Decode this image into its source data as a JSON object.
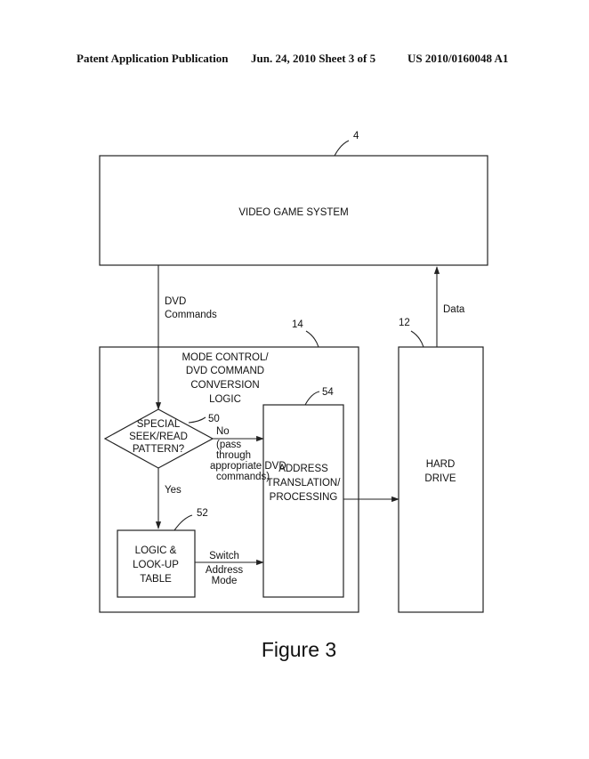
{
  "header": {
    "left": "Patent Application Publication",
    "middle": "Jun. 24, 2010  Sheet 3 of 5",
    "right": "US 2010/0160048 A1"
  },
  "video_game_system": {
    "label": "VIDEO GAME SYSTEM",
    "ref": "4"
  },
  "dvd_commands": {
    "line1": "DVD",
    "line2": "Commands"
  },
  "data_label": "Data",
  "mode_control": {
    "ref": "14",
    "lines": [
      "MODE CONTROL/",
      "DVD COMMAND",
      "CONVERSION",
      "LOGIC"
    ]
  },
  "decision": {
    "ref": "50",
    "lines": [
      "SPECIAL",
      "SEEK/READ",
      "PATTERN?"
    ]
  },
  "no_branch": {
    "lines": [
      "No",
      "(pass",
      "through",
      "appropriate DVD",
      "commands)"
    ]
  },
  "yes_label": "Yes",
  "lookup_table": {
    "ref": "52",
    "lines": [
      "LOGIC &",
      "LOOK-UP",
      "TABLE"
    ]
  },
  "switch_mode": {
    "lines": [
      "Switch",
      "Address",
      "Mode"
    ]
  },
  "address_translation": {
    "ref": "54",
    "lines": [
      "ADDRESS",
      "TRANSLATION/",
      "PROCESSING"
    ]
  },
  "hard_drive": {
    "ref": "12",
    "lines": [
      "HARD",
      "DRIVE"
    ]
  },
  "caption": "Figure 3"
}
